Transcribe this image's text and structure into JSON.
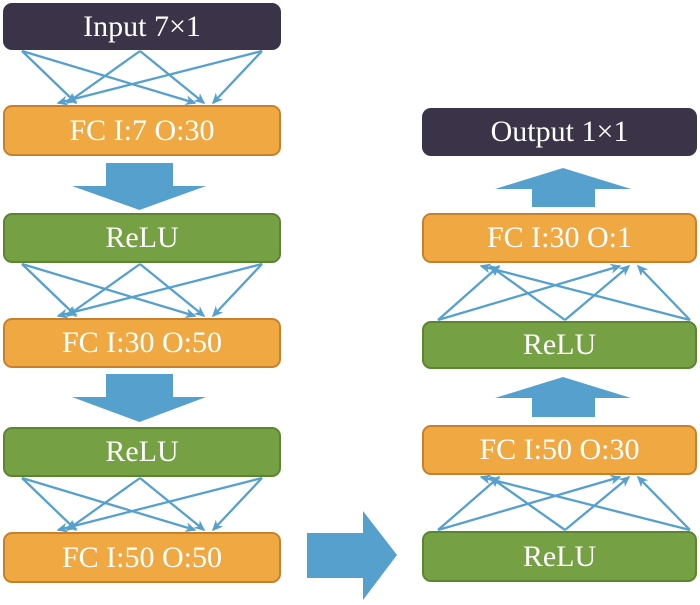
{
  "diagram": {
    "type": "neural-network-architecture",
    "left_column": {
      "blocks": [
        {
          "id": "input",
          "type": "input",
          "label": "Input 7×1"
        },
        {
          "id": "fc1",
          "type": "fc",
          "label": "FC I:7 O:30"
        },
        {
          "id": "relu1",
          "type": "relu",
          "label": "ReLU"
        },
        {
          "id": "fc2",
          "type": "fc",
          "label": "FC I:30 O:50"
        },
        {
          "id": "relu2",
          "type": "relu",
          "label": "ReLU"
        },
        {
          "id": "fc3",
          "type": "fc",
          "label": "FC I:50 O:50"
        }
      ]
    },
    "right_column": {
      "blocks": [
        {
          "id": "output",
          "type": "output",
          "label": "Output 1×1"
        },
        {
          "id": "fc4",
          "type": "fc",
          "label": "FC I:30 O:1"
        },
        {
          "id": "relu3",
          "type": "relu",
          "label": "ReLU"
        },
        {
          "id": "fc5",
          "type": "fc",
          "label": "FC I:50 O:30"
        },
        {
          "id": "relu4",
          "type": "relu",
          "label": "ReLU"
        }
      ]
    },
    "colors": {
      "io_block": "#3b3347",
      "fc_block": "#f0a942",
      "fc_border": "#c8802c",
      "relu_block": "#75a144",
      "relu_border": "#5d8430",
      "arrow": "#56a0ce",
      "label_text": "#ffffff"
    }
  }
}
